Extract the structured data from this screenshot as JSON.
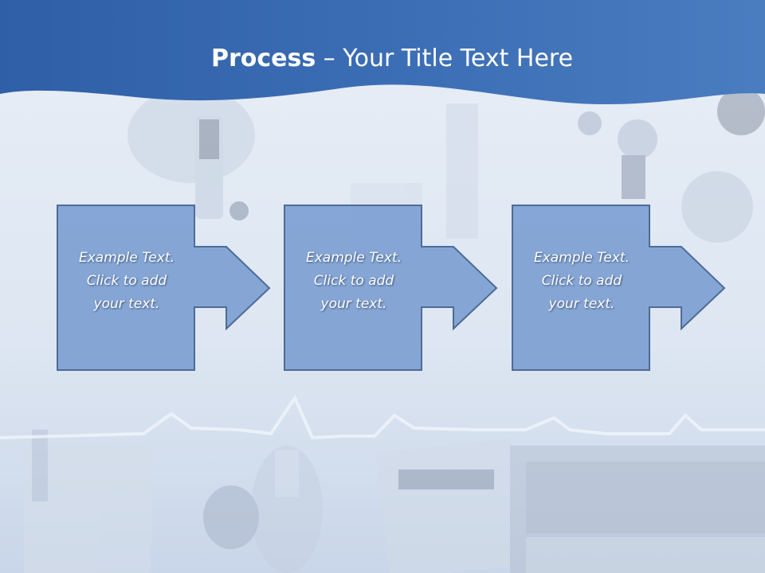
{
  "title": {
    "bold": "Process",
    "rest": " – Your Title Text Here"
  },
  "steps": [
    {
      "lines": [
        "Example Text.",
        "Click  to add",
        "your text."
      ]
    },
    {
      "lines": [
        "Example Text.",
        "Click  to add",
        "your text."
      ]
    },
    {
      "lines": [
        "Example Text.",
        "Click  to add",
        "your text."
      ]
    }
  ],
  "colors": {
    "header": "#3a6db4",
    "box_fill": "#7d9fd3",
    "box_stroke": "#4e6b96",
    "background": "#dfe7f2"
  }
}
